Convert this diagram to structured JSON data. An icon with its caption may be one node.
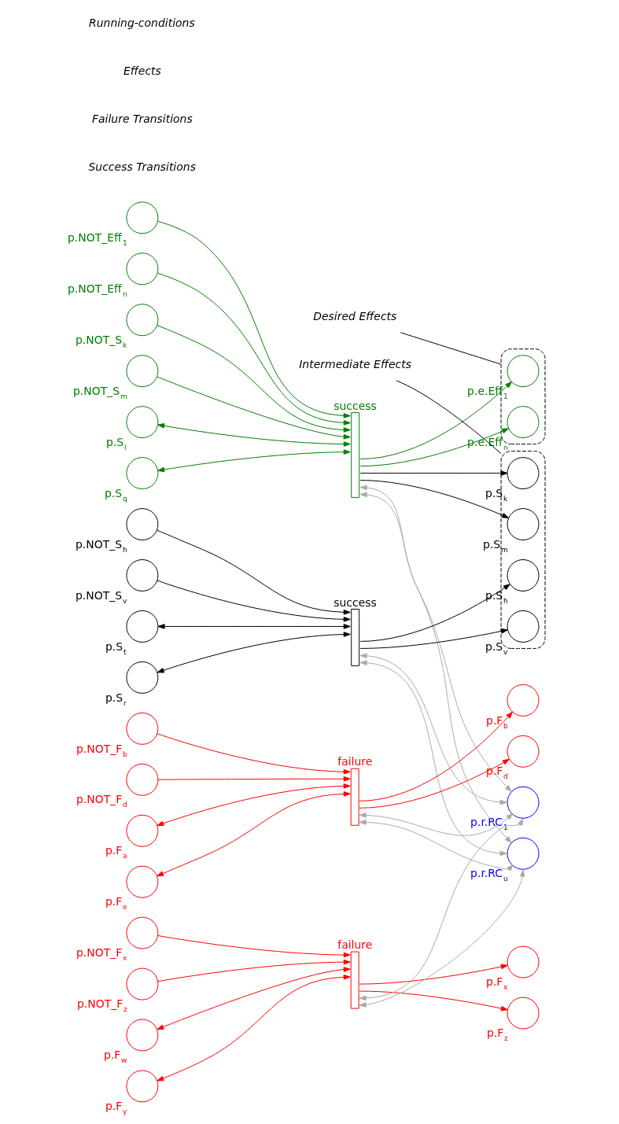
{
  "diagram": {
    "nodes": [
      {
        "text": [],
        "shape": "circle",
        "beside": [
          "p.NOT_Eff$_{1}$"
        ]
      },
      {
        "text": [],
        "shape": "circle",
        "beside": [
          "p.NOT_Eff$_{n}$"
        ]
      },
      {
        "text": [],
        "shape": "circle",
        "beside": [
          "p.NOT_S$_{k}$"
        ]
      },
      {
        "text": [],
        "shape": "circle",
        "beside": [
          "p.NOT_S$_{m}$"
        ]
      },
      {
        "text": [],
        "shape": "circle",
        "beside": [
          "p.S$_{l}$"
        ]
      },
      {
        "text": [],
        "shape": "circle",
        "beside": [
          "p.S$_{q}$"
        ]
      },
      {
        "text": [
          "success"
        ]
      },
      {
        "text": [],
        "shape": "box"
      },
      {
        "text": [],
        "shape": "circle",
        "beside": [
          "p.e.Eff$_{1}$"
        ],
        "in": 7
      },
      {
        "text": [],
        "shape": "circle",
        "beside": [
          "p.e.Eff$_{n}$"
        ],
        "in": 7
      },
      {
        "text": [],
        "shape": "box"
      },
      {
        "text": [],
        "shape": "circle",
        "beside": [
          "p.S$_{k}$"
        ],
        "in": 10
      },
      {
        "text": [],
        "shape": "circle",
        "beside": [
          "p.S$_{m}$"
        ],
        "in": 10
      },
      {
        "text": [],
        "shape": "circle",
        "beside": [
          "p.S$_{h}$"
        ],
        "in": 10
      },
      {
        "text": [],
        "shape": "circle",
        "beside": [
          "p.S$_{v}$"
        ],
        "in": 10
      },
      {
        "text": [],
        "shape": "circle",
        "beside": [
          "p.NOT_S$_{h}$"
        ]
      },
      {
        "text": [],
        "shape": "circle",
        "beside": [
          "p.NOT_S$_{v}$"
        ]
      },
      {
        "text": [],
        "shape": "circle",
        "beside": [
          "p.S$_{t}$"
        ]
      },
      {
        "text": [],
        "shape": "circle",
        "beside": [
          "p.S$_{r}$"
        ]
      },
      {
        "text": [
          "success"
        ]
      },
      {
        "text": [],
        "shape": "circle",
        "beside": [
          "p.NOT_F$_{b}$"
        ]
      },
      {
        "text": [],
        "shape": "circle",
        "beside": [
          "p.NOT_F$_{d}$"
        ]
      },
      {
        "text": [],
        "shape": "circle",
        "beside": [
          "p.F$_{a}$"
        ]
      },
      {
        "text": [],
        "shape": "circle",
        "beside": [
          "p.F$_{e}$"
        ]
      },
      {
        "text": [
          "failure"
        ]
      },
      {
        "text": [],
        "shape": "circle",
        "beside": [
          "p.F$_{b}$"
        ]
      },
      {
        "text": [],
        "shape": "circle",
        "beside": [
          "p.F$_{d}$"
        ]
      },
      {
        "text": [],
        "shape": "circle",
        "beside": [
          "p.NOT_F$_{x}$"
        ]
      },
      {
        "text": [],
        "shape": "circle",
        "beside": [
          "p.NOT_F$_{z}$"
        ]
      },
      {
        "text": [],
        "shape": "circle",
        "beside": [
          "p.F$_{w}$"
        ]
      },
      {
        "text": [],
        "shape": "circle",
        "beside": [
          "p.F$_{y}$"
        ]
      },
      {
        "text": [
          "failure"
        ]
      },
      {
        "text": [],
        "shape": "circle",
        "beside": [
          "p.F$_{x}$"
        ]
      },
      {
        "text": [],
        "shape": "circle",
        "beside": [
          "p.F$_{z}$"
        ]
      },
      {
        "text": [],
        "shape": "circle",
        "beside": [
          "p.r.RC$_{1}$"
        ]
      },
      {
        "text": [],
        "shape": "circle",
        "beside": [
          "p.r.RC$_{u}$"
        ]
      },
      {
        "text": [
          "Desired Effects"
        ]
      },
      {
        "text": [
          "Intermediate Effects"
        ]
      }
    ],
    "edges": [
      {
        "from": 0,
        "to": 6,
        "arrow": "to",
        "color": "#008000"
      },
      {
        "from": 1,
        "to": 6,
        "arrow": "to",
        "color": "#008000"
      },
      {
        "from": 2,
        "to": 6,
        "arrow": "to",
        "color": "#008000"
      },
      {
        "from": 3,
        "to": 6,
        "arrow": "to",
        "color": "#008000"
      },
      {
        "from": 4,
        "to": 6,
        "arrow": "both",
        "color": "#008000"
      },
      {
        "from": 5,
        "to": 6,
        "arrow": "both",
        "color": "#008000"
      },
      {
        "from": 6,
        "to": 8,
        "arrow": "to",
        "color": "#008000"
      },
      {
        "from": 6,
        "to": 9,
        "arrow": "to",
        "color": "#008000"
      },
      {
        "from": 6,
        "to": 11,
        "arrow": "to",
        "color": "#000000"
      },
      {
        "from": 6,
        "to": 12,
        "arrow": "to",
        "color": "#000000"
      },
      {
        "from": 15,
        "to": 19,
        "arrow": "to",
        "color": "#000000"
      },
      {
        "from": 16,
        "to": 19,
        "arrow": "to",
        "color": "#000000"
      },
      {
        "from": 17,
        "to": 19,
        "arrow": "both",
        "color": "#000000"
      },
      {
        "from": 18,
        "to": 19,
        "arrow": "both",
        "color": "#000000"
      },
      {
        "from": 19,
        "to": 13,
        "arrow": "to",
        "color": "#000000"
      },
      {
        "from": 19,
        "to": 14,
        "arrow": "to",
        "color": "#000000"
      },
      {
        "from": 20,
        "to": 24,
        "arrow": "to",
        "color": "#ff0000"
      },
      {
        "from": 21,
        "to": 24,
        "arrow": "to",
        "color": "#ff0000"
      },
      {
        "from": 22,
        "to": 24,
        "arrow": "both",
        "color": "#ff0000"
      },
      {
        "from": 23,
        "to": 24,
        "arrow": "both",
        "color": "#ff0000"
      },
      {
        "from": 24,
        "to": 25,
        "arrow": "to",
        "color": "#ff0000"
      },
      {
        "from": 24,
        "to": 26,
        "arrow": "to",
        "color": "#ff0000"
      },
      {
        "from": 27,
        "to": 31,
        "arrow": "to",
        "color": "#ff0000"
      },
      {
        "from": 28,
        "to": 31,
        "arrow": "to",
        "color": "#ff0000"
      },
      {
        "from": 29,
        "to": 31,
        "arrow": "both",
        "color": "#ff0000"
      },
      {
        "from": 30,
        "to": 31,
        "arrow": "both",
        "color": "#ff0000"
      },
      {
        "from": 31,
        "to": 32,
        "arrow": "to",
        "color": "#ff0000"
      },
      {
        "from": 31,
        "to": 33,
        "arrow": "to",
        "color": "#ff0000"
      },
      {
        "from": 6,
        "to": 34,
        "arrow": "both",
        "color": "#aaaaaa"
      },
      {
        "from": 6,
        "to": 35,
        "arrow": "both",
        "color": "#aaaaaa"
      },
      {
        "from": 19,
        "to": 34,
        "arrow": "both",
        "color": "#aaaaaa"
      },
      {
        "from": 19,
        "to": 35,
        "arrow": "both",
        "color": "#aaaaaa"
      },
      {
        "from": 24,
        "to": 34,
        "arrow": "both",
        "color": "#aaaaaa"
      },
      {
        "from": 24,
        "to": 35,
        "arrow": "both",
        "color": "#aaaaaa"
      },
      {
        "from": 31,
        "to": 34,
        "arrow": "both",
        "color": "#aaaaaa"
      },
      {
        "from": 31,
        "to": 35,
        "arrow": "both",
        "color": "#aaaaaa"
      },
      {
        "from": 36,
        "to": 7,
        "arrow": "none",
        "color": "#000000"
      },
      {
        "from": 37,
        "to": 10,
        "arrow": "none",
        "color": "#000000"
      }
    ],
    "labels": [
      "Success Transitions",
      "Failure Transitions",
      "Effects",
      "Running-conditions"
    ]
  }
}
